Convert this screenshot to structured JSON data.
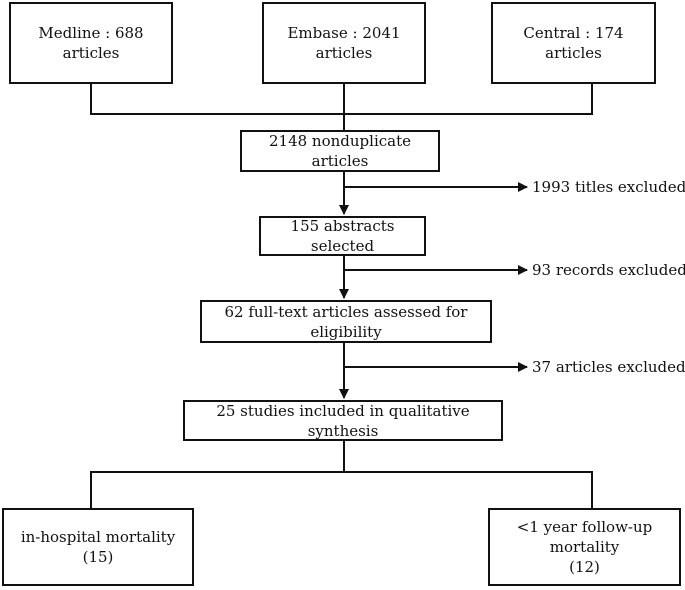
{
  "sources": {
    "medline": "Medline : 688 articles",
    "embase": "Embase : 2041 articles",
    "central": "Central : 174 articles"
  },
  "steps": {
    "nonduplicate": "2148 nonduplicate articles",
    "abstracts": "155 abstracts selected",
    "fulltext": "62 full-text articles assessed for eligibility",
    "included": "25 studies included in qualitative synthesis"
  },
  "exclusions": {
    "titles": "1993 titles excluded",
    "records": "93 records excluded",
    "articles": "37 articles excluded"
  },
  "outcomes": {
    "in_hospital": {
      "title": "in-hospital mortality",
      "count": "(15)"
    },
    "follow_up": {
      "title": "<1 year follow-up mortality",
      "count": "(12)"
    }
  }
}
